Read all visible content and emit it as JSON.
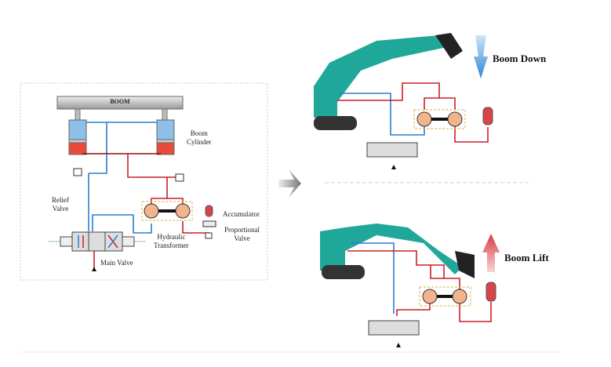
{
  "left_panel": {
    "boom_label": "BOOM",
    "labels": {
      "boom_cylinder": "Boom\nCylinder",
      "relief_valve": "Relief\nValve",
      "main_valve": "Main Valve",
      "hydraulic_transformer": "Hydraulic\nTransformer",
      "accumulator": "Accumulator",
      "proportional_valve": "Proportional\nValve"
    }
  },
  "right_panel": {
    "top": {
      "title": "Boom Down",
      "arrow_direction": "down",
      "arrow_color": "#3a8fd6"
    },
    "bottom": {
      "title": "Boom Lift",
      "arrow_direction": "up",
      "arrow_color": "#d9444a"
    }
  },
  "colors": {
    "low_pressure": "#2b7fd0",
    "high_pressure": "#cc1f25",
    "excavator": "#1fa89a",
    "transformer_box": "#d9b24a",
    "pump": "#f2b48c"
  }
}
